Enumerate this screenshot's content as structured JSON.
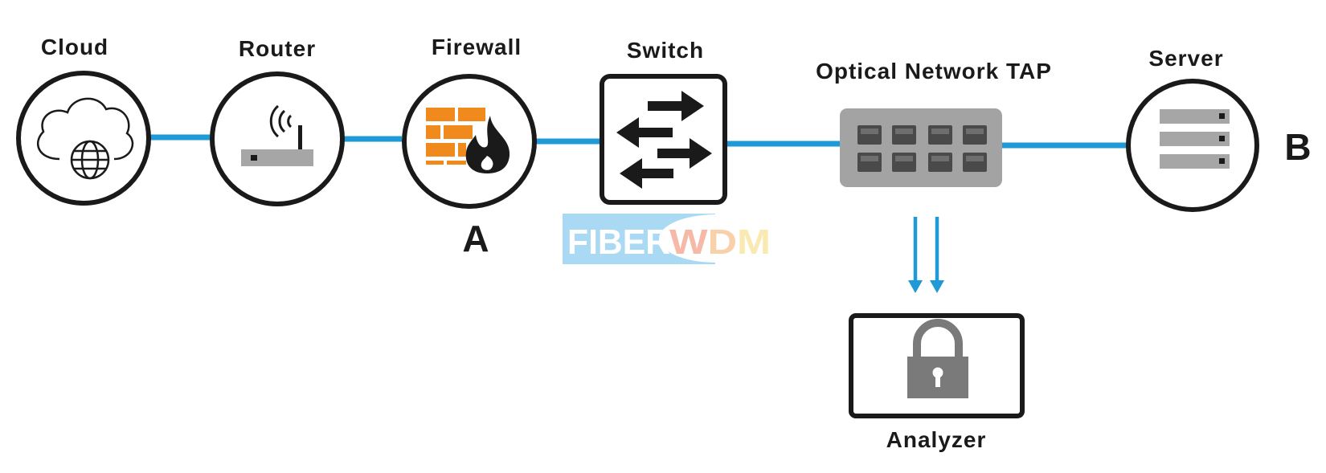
{
  "diagram": {
    "nodes": {
      "cloud": {
        "label": "Cloud"
      },
      "router": {
        "label": "Router"
      },
      "firewall": {
        "label": "Firewall"
      },
      "switch": {
        "label": "Switch"
      },
      "tap": {
        "label": "Optical Network TAP"
      },
      "server": {
        "label": "Server"
      },
      "analyzer": {
        "label": "Analyzer"
      }
    },
    "points": {
      "a": "A",
      "b": "B"
    },
    "watermark": {
      "part1": "FIBER",
      "part2": "WDM"
    },
    "colors": {
      "link": "#1f9ad6",
      "outline": "#1a1a1a",
      "firewall_orange": "#f08a1c",
      "device_gray": "#a6a6a6",
      "tap_body": "#a3a3a3",
      "watermark_blue": "#8ecdf0"
    },
    "icons": {
      "cloud": "cloud-globe-icon",
      "router": "wifi-router-icon",
      "firewall": "brick-wall-flame-icon",
      "switch": "bidirectional-arrows-icon",
      "tap": "port-panel-icon",
      "server": "server-rack-icon",
      "analyzer": "padlock-icon"
    }
  }
}
